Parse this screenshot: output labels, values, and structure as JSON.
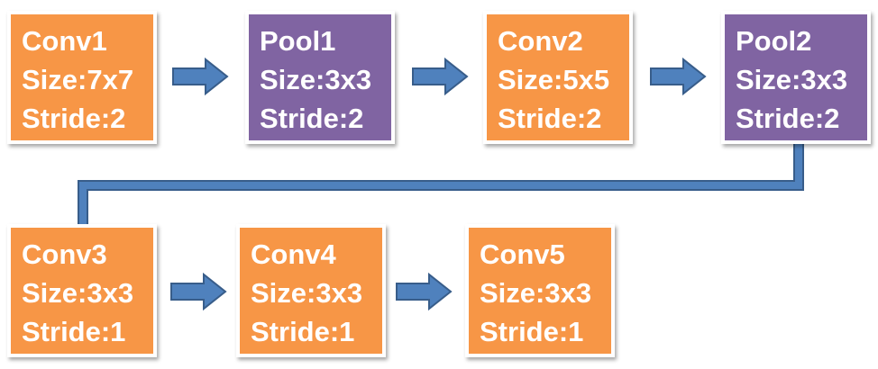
{
  "nodes": [
    {
      "id": "conv1",
      "kind": "conv",
      "title": "Conv1",
      "size": "Size:7x7",
      "stride": "Stride:2"
    },
    {
      "id": "pool1",
      "kind": "pool",
      "title": "Pool1",
      "size": "Size:3x3",
      "stride": "Stride:2"
    },
    {
      "id": "conv2",
      "kind": "conv",
      "title": "Conv2",
      "size": "Size:5x5",
      "stride": "Stride:2"
    },
    {
      "id": "pool2",
      "kind": "pool",
      "title": "Pool2",
      "size": "Size:3x3",
      "stride": "Stride:2"
    },
    {
      "id": "conv3",
      "kind": "conv",
      "title": "Conv3",
      "size": "Size:3x3",
      "stride": "Stride:1"
    },
    {
      "id": "conv4",
      "kind": "conv",
      "title": "Conv4",
      "size": "Size:3x3",
      "stride": "Stride:1"
    },
    {
      "id": "conv5",
      "kind": "conv",
      "title": "Conv5",
      "size": "Size:3x3",
      "stride": "Stride:1"
    }
  ],
  "edges": [
    {
      "from": "conv1",
      "to": "pool1"
    },
    {
      "from": "pool1",
      "to": "conv2"
    },
    {
      "from": "conv2",
      "to": "pool2"
    },
    {
      "from": "pool2",
      "to": "conv3"
    },
    {
      "from": "conv3",
      "to": "conv4"
    },
    {
      "from": "conv4",
      "to": "conv5"
    }
  ],
  "colors": {
    "conv_fill": "#f79646",
    "pool_fill": "#8064a2",
    "arrow_fill": "#4f81bd",
    "arrow_outline": "#385d8a",
    "text": "#ffffff"
  }
}
